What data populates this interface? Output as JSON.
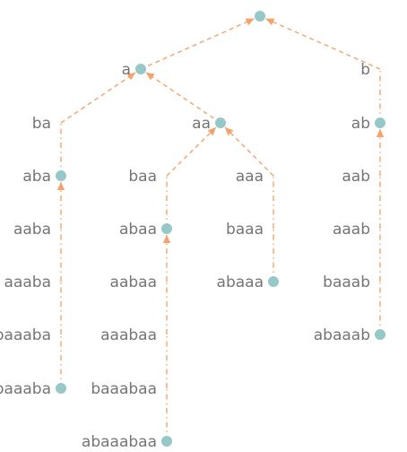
{
  "colors": {
    "edge": "#F4A26B",
    "node": "#96C8C8",
    "label": "#757575",
    "background": "#ffffff"
  },
  "nodes": [
    {
      "id": "root",
      "label": "",
      "dot": true
    },
    {
      "id": "a",
      "label": "a",
      "dot": true
    },
    {
      "id": "b",
      "label": "b",
      "dot": false
    },
    {
      "id": "ba",
      "label": "ba",
      "dot": false
    },
    {
      "id": "aa",
      "label": "aa",
      "dot": true
    },
    {
      "id": "ab",
      "label": "ab",
      "dot": true
    },
    {
      "id": "aba",
      "label": "aba",
      "dot": true
    },
    {
      "id": "baa",
      "label": "baa",
      "dot": false
    },
    {
      "id": "aaa",
      "label": "aaa",
      "dot": false
    },
    {
      "id": "aab",
      "label": "aab",
      "dot": false
    },
    {
      "id": "aaba",
      "label": "aaba",
      "dot": false
    },
    {
      "id": "abaa",
      "label": "abaa",
      "dot": true
    },
    {
      "id": "baaa",
      "label": "baaa",
      "dot": false
    },
    {
      "id": "aaab",
      "label": "aaab",
      "dot": false
    },
    {
      "id": "aaaba",
      "label": "aaaba",
      "dot": false
    },
    {
      "id": "aabaa",
      "label": "aabaa",
      "dot": false
    },
    {
      "id": "abaaa",
      "label": "abaaa",
      "dot": true
    },
    {
      "id": "baaab",
      "label": "baaab",
      "dot": false
    },
    {
      "id": "baaaba",
      "label": "baaaba",
      "dot": false
    },
    {
      "id": "aaabaa",
      "label": "aaabaa",
      "dot": false
    },
    {
      "id": "abaaab",
      "label": "abaaab",
      "dot": true
    },
    {
      "id": "abaaaba",
      "label": "abaaaba",
      "dot": true
    },
    {
      "id": "baaabaa",
      "label": "baaabaa",
      "dot": false
    },
    {
      "id": "abaaabaa",
      "label": "abaaabaa",
      "dot": true
    }
  ],
  "edges": [
    {
      "from": "a",
      "to": "root"
    },
    {
      "from": "b",
      "to": "root"
    },
    {
      "from": "ba",
      "to": "a"
    },
    {
      "from": "aa",
      "to": "a"
    },
    {
      "from": "ab",
      "to": "b"
    },
    {
      "from": "aba",
      "to": "ba"
    },
    {
      "from": "baa",
      "to": "aa"
    },
    {
      "from": "aaa",
      "to": "aa"
    },
    {
      "from": "aab",
      "to": "ab"
    },
    {
      "from": "aaba",
      "to": "aba"
    },
    {
      "from": "abaa",
      "to": "baa"
    },
    {
      "from": "baaa",
      "to": "aaa"
    },
    {
      "from": "aaab",
      "to": "aab"
    },
    {
      "from": "aaaba",
      "to": "aaba"
    },
    {
      "from": "aabaa",
      "to": "abaa"
    },
    {
      "from": "abaaa",
      "to": "baaa"
    },
    {
      "from": "baaab",
      "to": "aaab"
    },
    {
      "from": "baaaba",
      "to": "aaaba"
    },
    {
      "from": "aaabaa",
      "to": "aabaa"
    },
    {
      "from": "abaaab",
      "to": "baaab"
    },
    {
      "from": "abaaaba",
      "to": "baaaba"
    },
    {
      "from": "baaabaa",
      "to": "aaabaa"
    },
    {
      "from": "abaaabaa",
      "to": "baaabaa"
    }
  ]
}
